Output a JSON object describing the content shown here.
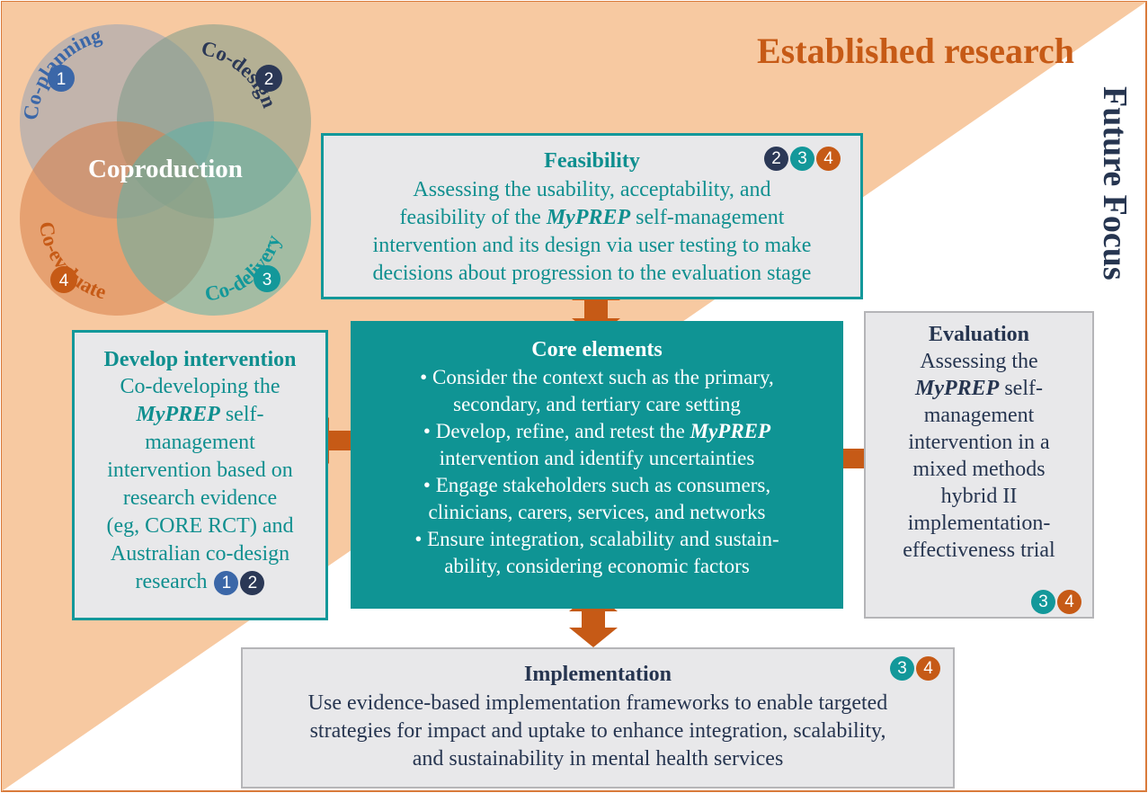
{
  "headings": {
    "established": "Established research",
    "future": "Future Focus"
  },
  "venn": {
    "center": "Coproduction",
    "co_planning": "Co-planning",
    "co_design": "Co-design",
    "co_evaluate": "Co-evaluate",
    "co_delivery": "Co-delivery",
    "n1": "1",
    "n2": "2",
    "n3": "3",
    "n4": "4"
  },
  "feasibility": {
    "title": "Feasibility",
    "t1": "Assessing the usability, acceptability, and",
    "t2a": "feasibility of the ",
    "t2em": "MyPREP",
    "t2b": " self-management",
    "t3": "intervention and its design via user testing to make",
    "t4": "decisions about progression to the evaluation stage",
    "badges": [
      "2",
      "3",
      "4"
    ]
  },
  "develop": {
    "title": "Develop intervention",
    "t1": "Co-developing the",
    "t2em": "MyPREP",
    "t2b": " self-",
    "t3": "management",
    "t4": "intervention based on",
    "t5": "research evidence",
    "t6": "(eg, CORE RCT) and",
    "t7": "Australian co-design",
    "t8": "research",
    "badges": [
      "1",
      "2"
    ]
  },
  "core": {
    "title": "Core elements",
    "b1a": "• Consider the context such as the primary,",
    "b1b": "secondary, and tertiary care setting",
    "b2a": "• Develop, refine, and retest the ",
    "b2em": "MyPREP",
    "b2b": "intervention and identify uncertainties",
    "b3a": "• Engage stakeholders such as consumers,",
    "b3b": "clinicians, carers, services, and networks",
    "b4a": "• Ensure integration, scalability and sustain-",
    "b4b": "ability, considering economic factors"
  },
  "evaluation": {
    "title": "Evaluation",
    "t1": "Assessing the",
    "t2em": "MyPREP",
    "t2b": " self-",
    "t3": "management",
    "t4": "intervention in a",
    "t5": "mixed methods",
    "t6": "hybrid II",
    "t7": "implementation-",
    "t8": "effectiveness trial",
    "badges": [
      "3",
      "4"
    ]
  },
  "implementation": {
    "title": "Implementation",
    "t1": "Use evidence-based implementation frameworks to enable targeted",
    "t2": "strategies for impact and uptake to enhance integration, scalability,",
    "t3": "and sustainability in mental health services",
    "badges": [
      "3",
      "4"
    ]
  },
  "colors": {
    "peach": "#f7c9a1",
    "teal": "#0f9494",
    "orange": "#c65a16",
    "navy": "#263550",
    "grey_box": "#e8e8ea"
  }
}
